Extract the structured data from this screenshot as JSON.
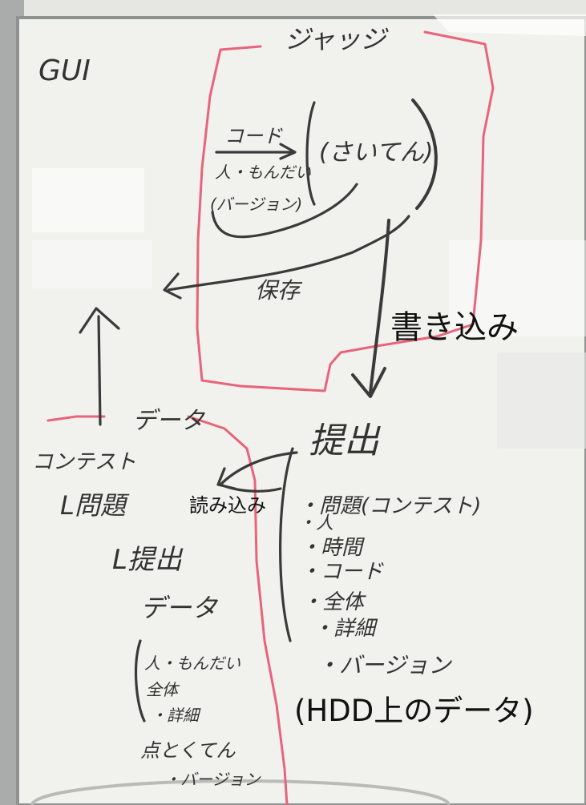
{
  "overlay_labels": {
    "write": "書き込み",
    "read": "読み込み",
    "hdd_data": "(HDD上のデータ)"
  },
  "handwriting": {
    "gui": "GUI",
    "judge": "ジャッジ",
    "code": "コード",
    "person_problem": "人・もんだい",
    "version_paren": "(バージョン)",
    "grading": "(さいてん)",
    "save": "保存",
    "data": "データ",
    "contest": "コンテスト",
    "problem": "L問題",
    "submission": "L提出",
    "submission_data": "データ",
    "data_items": [
      "人・もんだい",
      "全体",
      "・詳細",
      "点とくてん",
      "・バージョン"
    ],
    "submit_heading": "提出",
    "submit_items": [
      "・問題(コンテスト)",
      "・人",
      "・時間",
      "・コード",
      "・全体",
      "・詳細",
      "・バージョン"
    ]
  }
}
